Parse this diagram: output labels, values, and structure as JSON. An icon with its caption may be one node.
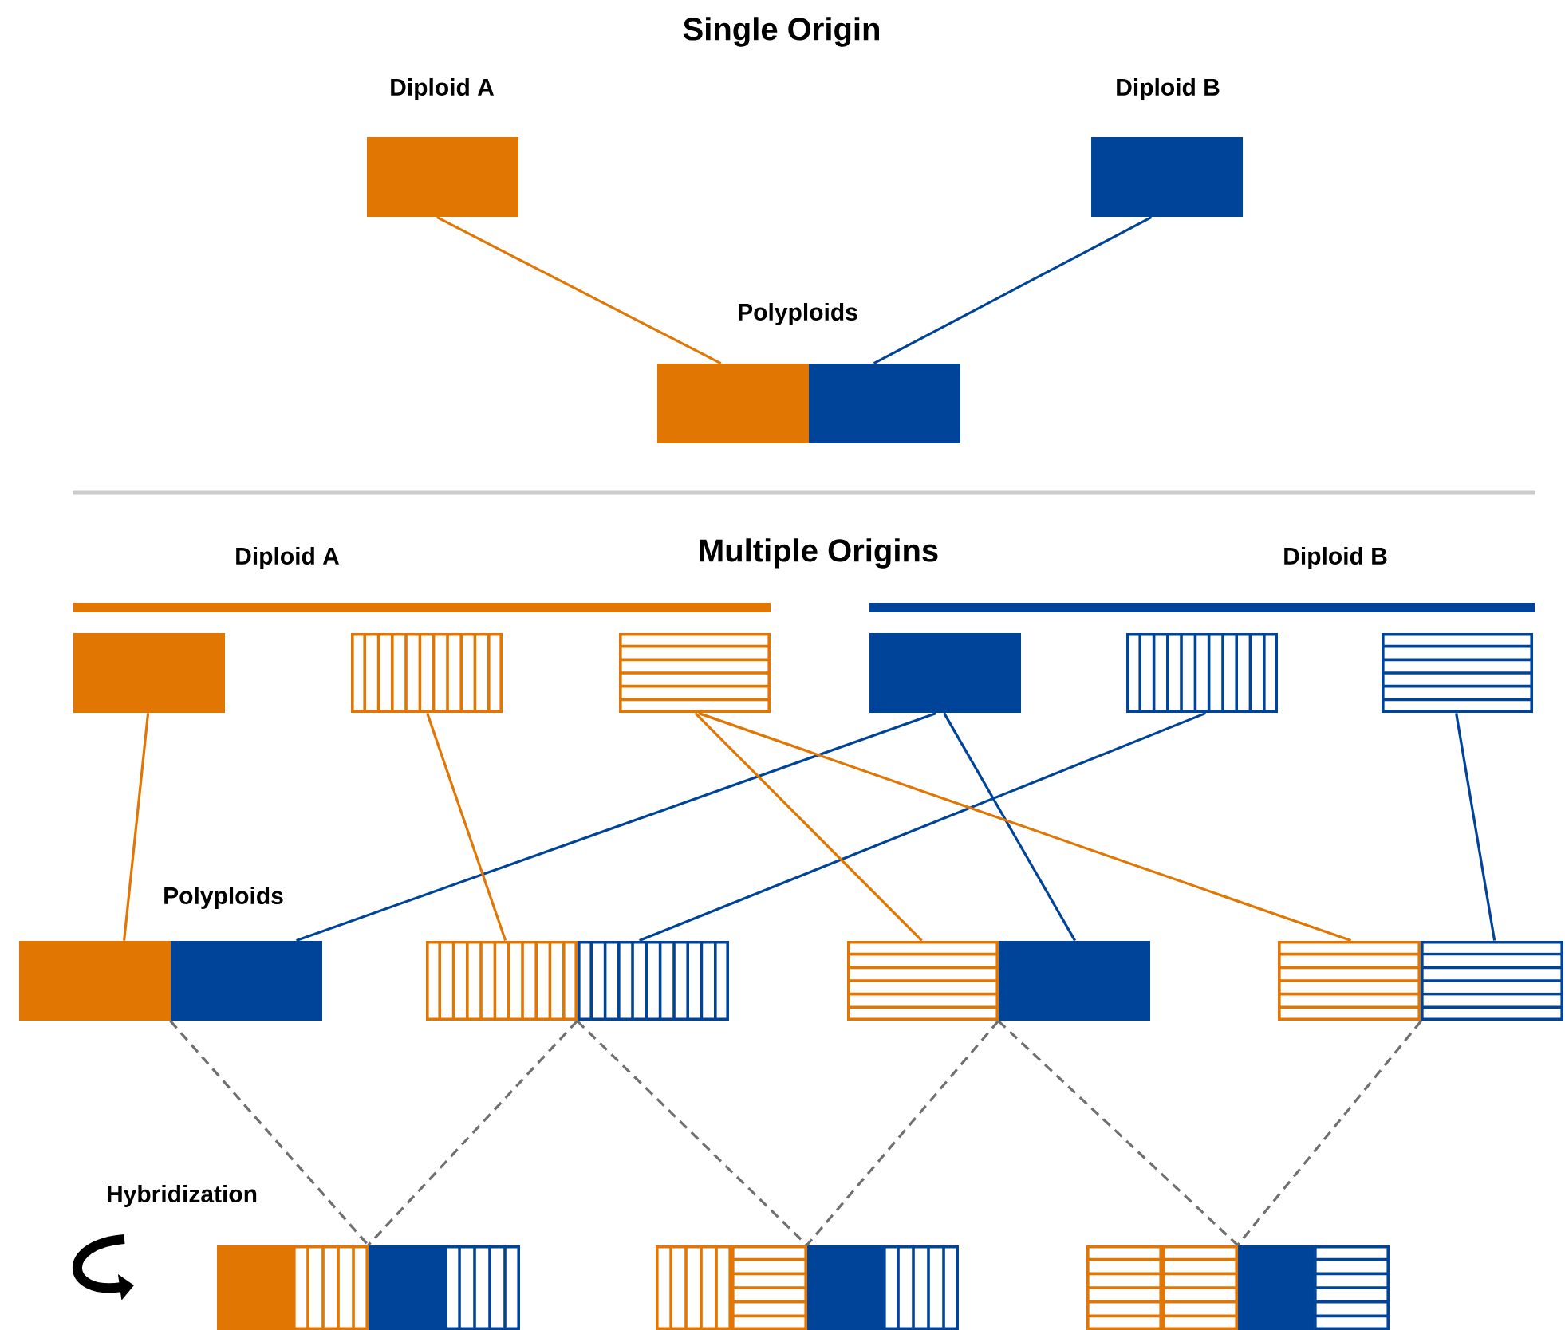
{
  "diagram": {
    "title": "Single Origin",
    "nodes": [
      {
        "text": [
          "Diploid A"
        ]
      },
      {
        "text": [
          "Diploid B"
        ]
      },
      {
        "text": [
          "Polyploids"
        ]
      },
      {
        "text": [
          "Diploid A"
        ]
      },
      {
        "text": [
          "Diploid B"
        ]
      },
      {
        "text": [],
        "shape": "box"
      },
      {
        "text": [],
        "shape": "box"
      },
      {
        "text": [],
        "shape": "box"
      },
      {
        "text": [],
        "shape": "box"
      },
      {
        "text": [],
        "shape": "box"
      },
      {
        "text": [],
        "shape": "box"
      },
      {
        "text": [
          "Polyploids"
        ]
      },
      {
        "text": [],
        "shape": "box"
      },
      {
        "text": [],
        "shape": "box"
      },
      {
        "text": [],
        "shape": "box"
      },
      {
        "text": [],
        "shape": "box"
      },
      {
        "text": [],
        "shape": "box"
      },
      {
        "text": [],
        "shape": "box"
      }
    ],
    "edges": [
      {
        "from": 0,
        "to": 2,
        "arrow": "none",
        "color": "#e27602"
      },
      {
        "from": 1,
        "to": 2,
        "arrow": "none",
        "color": "#00449a"
      },
      {
        "from": 5,
        "to": 11,
        "arrow": "none",
        "color": "#e27602"
      },
      {
        "from": 8,
        "to": 11,
        "arrow": "none",
        "color": "#00449a"
      },
      {
        "from": 6,
        "to": 12,
        "arrow": "none",
        "color": "#e27602"
      },
      {
        "from": 9,
        "to": 12,
        "arrow": "none",
        "color": "#00449a"
      },
      {
        "from": 7,
        "to": 13,
        "arrow": "none",
        "color": "#e27602"
      },
      {
        "from": 8,
        "to": 13,
        "arrow": "none",
        "color": "#00449a"
      },
      {
        "from": 7,
        "to": 14,
        "arrow": "none",
        "color": "#e27602"
      },
      {
        "from": 10,
        "to": 14,
        "arrow": "none",
        "color": "#00449a"
      },
      {
        "from": 11,
        "to": 15,
        "arrow": "none",
        "style": "dashed",
        "color": "#707070"
      },
      {
        "from": 12,
        "to": 15,
        "arrow": "none",
        "style": "dashed",
        "color": "#707070"
      },
      {
        "from": 12,
        "to": 16,
        "arrow": "none",
        "style": "dashed",
        "color": "#707070"
      },
      {
        "from": 13,
        "to": 16,
        "arrow": "none",
        "style": "dashed",
        "color": "#707070"
      },
      {
        "from": 13,
        "to": 17,
        "arrow": "none",
        "style": "dashed",
        "color": "#707070"
      },
      {
        "from": 14,
        "to": 17,
        "arrow": "none",
        "style": "dashed",
        "color": "#707070"
      }
    ],
    "labels": [
      "Multiple Origins",
      "Hybridization"
    ]
  }
}
